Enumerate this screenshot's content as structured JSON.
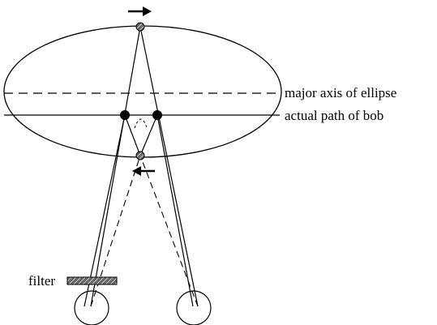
{
  "labels": {
    "major_axis": "major axis of ellipse",
    "actual_path": "actual path of bob",
    "filter": "filter"
  },
  "icons": {
    "forward_motion": "arrow-right-icon",
    "backward_motion": "arrow-left-icon"
  },
  "colors": {
    "ink": "#000000",
    "background": "#ffffff"
  }
}
